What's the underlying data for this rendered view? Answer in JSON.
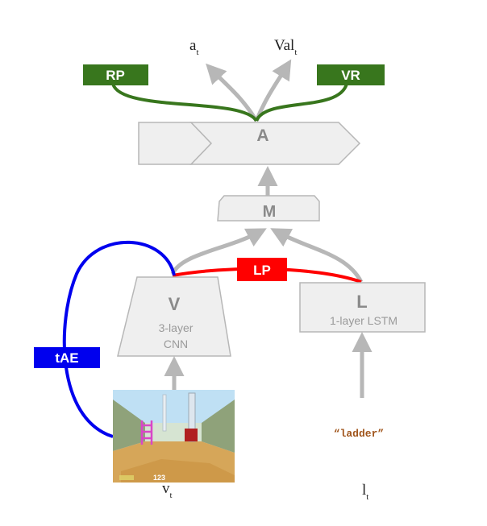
{
  "colors": {
    "box_fill": "#efefef",
    "box_stroke": "#b7b7b7",
    "arrow": "#b7b7b7",
    "green": "#38761d",
    "red": "#ff0000",
    "blue": "#0000ee",
    "instruction_text": "#a0551c"
  },
  "outputs": {
    "action_main": "a",
    "action_sub": "t",
    "value_main": "Val",
    "value_sub": "t"
  },
  "nodes": {
    "A": {
      "title": "A"
    },
    "M": {
      "title": "M"
    },
    "V": {
      "title": "V",
      "line1": "3-layer",
      "line2": "CNN"
    },
    "L": {
      "title": "L",
      "line1": "1-layer LSTM"
    }
  },
  "tags": {
    "rp": "RP",
    "vr": "VR",
    "lp": "LP",
    "tae": "tAE"
  },
  "inputs": {
    "instruction": "“ladder”",
    "visual_main": "v",
    "visual_sub": "t",
    "language_main": "l",
    "language_sub": "t"
  },
  "game_frame": {
    "icon": "game-frame-thumbnail",
    "hud_number": "123"
  }
}
